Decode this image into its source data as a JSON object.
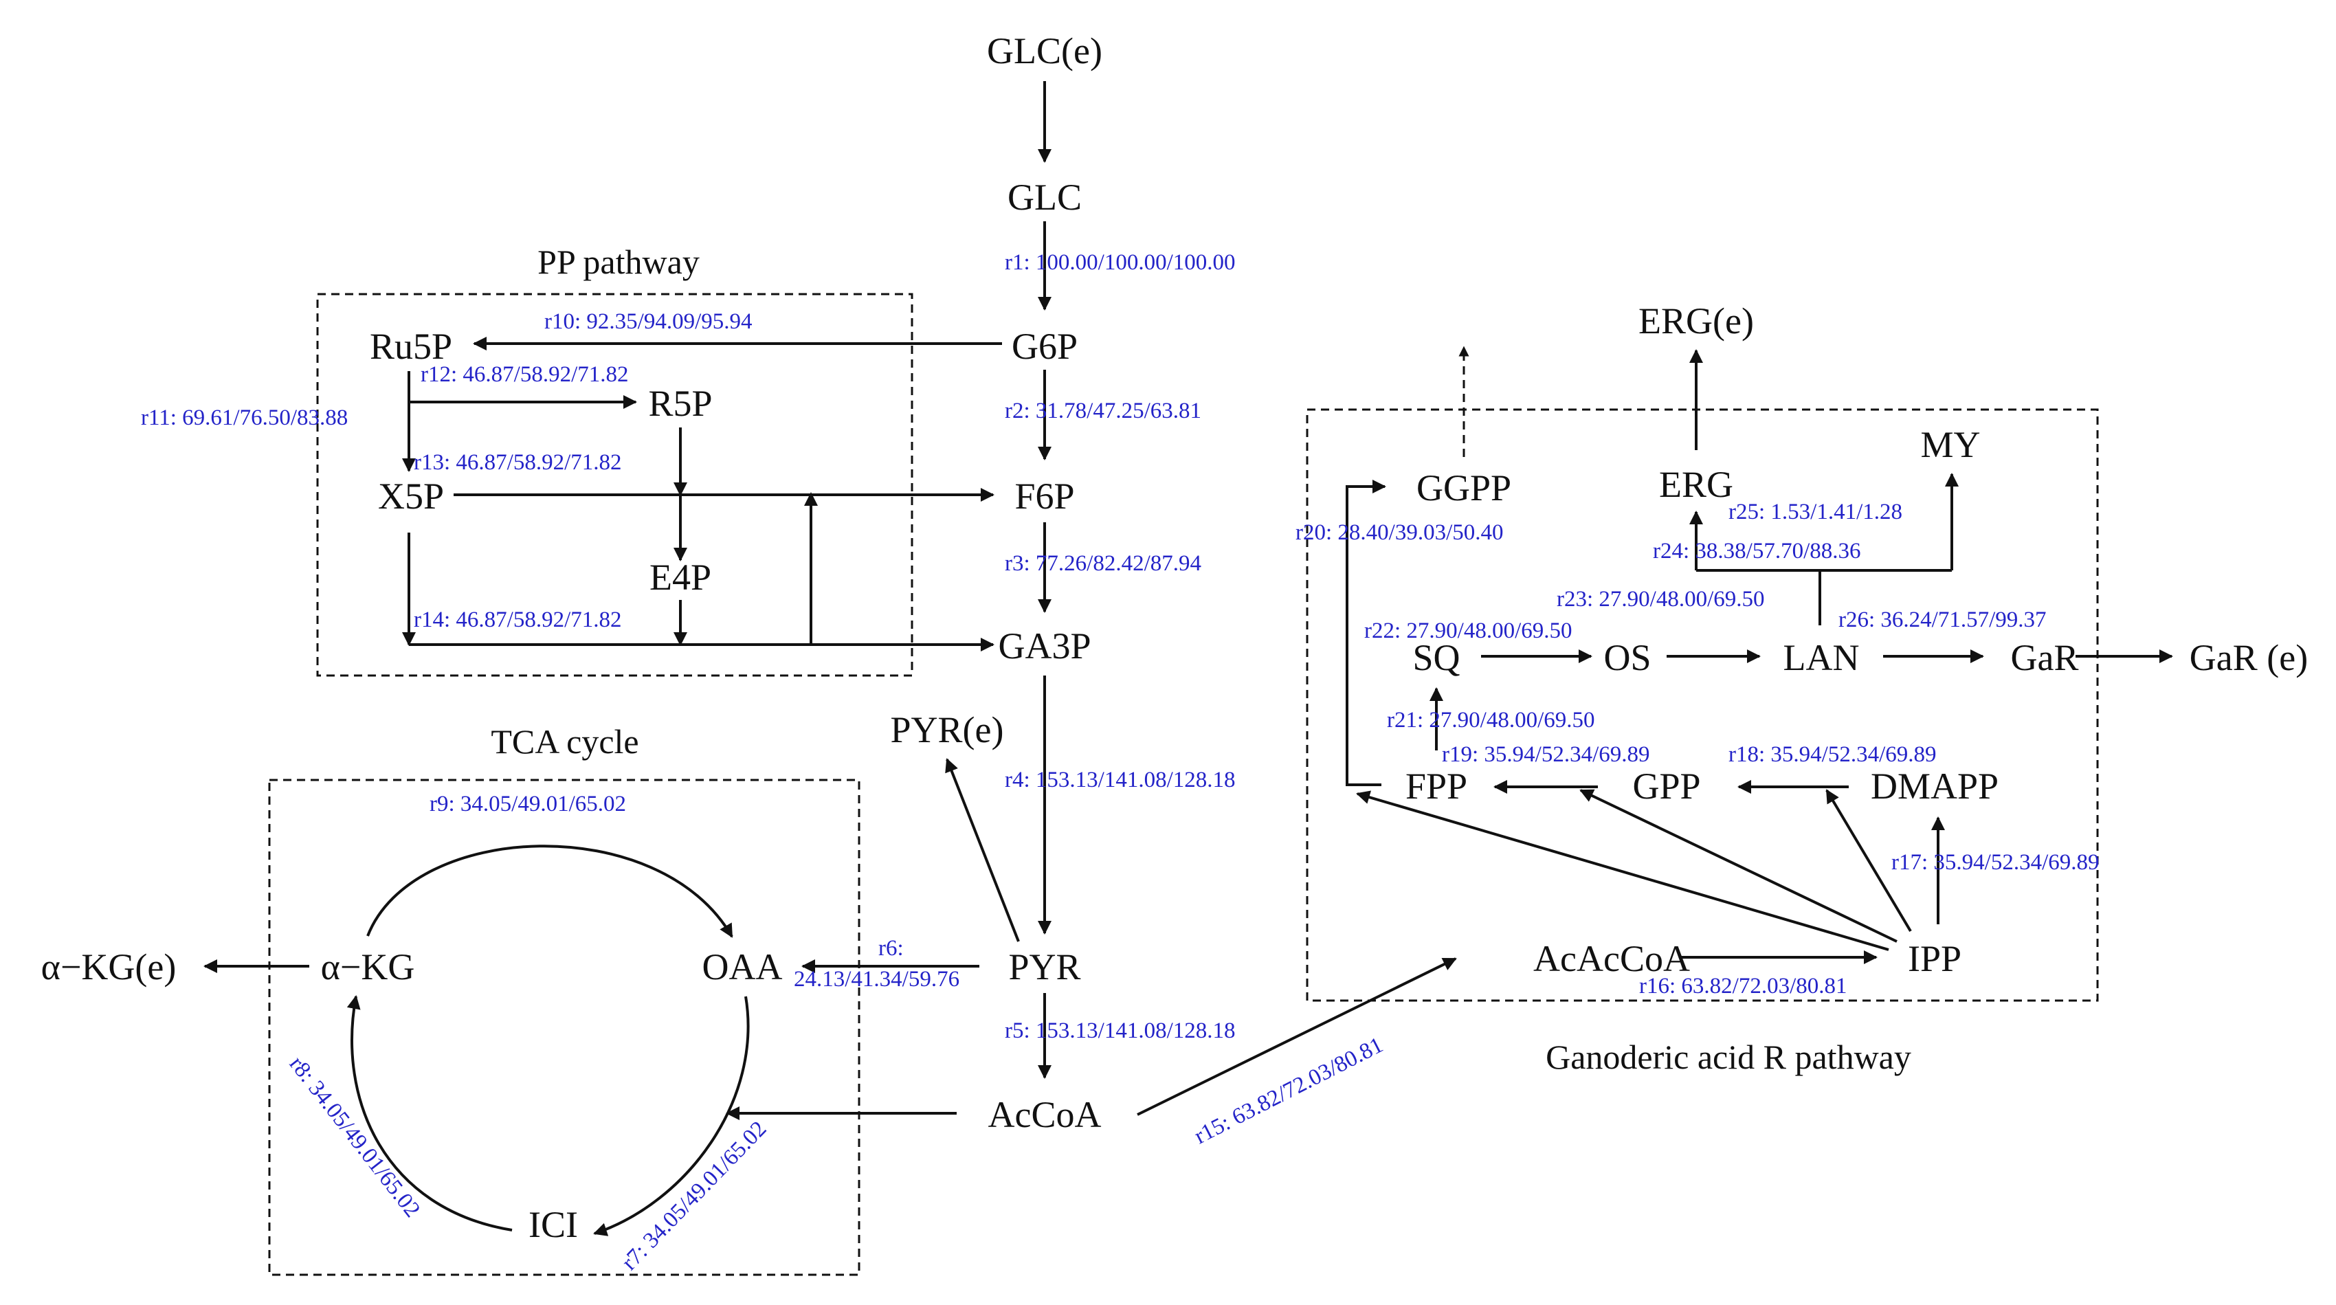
{
  "colors": {
    "flux_label": "#2323c8",
    "line": "#111111",
    "background": "#ffffff"
  },
  "titles": {
    "pp": "PP pathway",
    "tca": "TCA cycle",
    "ganoderic": "Ganoderic acid R pathway"
  },
  "nodes": {
    "glc_e": "GLC(e)",
    "glc": "GLC",
    "g6p": "G6P",
    "f6p": "F6P",
    "ga3p": "GA3P",
    "pyr": "PYR",
    "pyr_e": "PYR(e)",
    "accoa": "AcCoA",
    "ru5p": "Ru5P",
    "r5p": "R5P",
    "x5p": "X5P",
    "e4p": "E4P",
    "oaa": "OAA",
    "akg": "α−KG",
    "akg_e": "α−KG(e)",
    "ici": "ICI",
    "acaccoa": "AcAcCoA",
    "ipp": "IPP",
    "dmapp": "DMAPP",
    "gpp": "GPP",
    "fpp": "FPP",
    "ggpp": "GGPP",
    "sq": "SQ",
    "os": "OS",
    "lan": "LAN",
    "gar": "GaR",
    "gar_e": "GaR (e)",
    "erg": "ERG",
    "erg_e": "ERG(e)",
    "my": "MY"
  },
  "reactions": {
    "r1": "r1: 100.00/100.00/100.00",
    "r2": "r2: 31.78/47.25/63.81",
    "r3": "r3: 77.26/82.42/87.94",
    "r4": "r4: 153.13/141.08/128.18",
    "r5": "r5: 153.13/141.08/128.18",
    "r6a": "r6:",
    "r6b": "24.13/41.34/59.76",
    "r7": "r7: 34.05/49.01/65.02",
    "r8": "r8: 34.05/49.01/65.02",
    "r9": "r9: 34.05/49.01/65.02",
    "r10": "r10: 92.35/94.09/95.94",
    "r11": "r11: 69.61/76.50/83.88",
    "r12": "r12: 46.87/58.92/71.82",
    "r13": "r13: 46.87/58.92/71.82",
    "r14": "r14: 46.87/58.92/71.82",
    "r15": "r15: 63.82/72.03/80.81",
    "r16": "r16: 63.82/72.03/80.81",
    "r17": "r17: 35.94/52.34/69.89",
    "r18": "r18: 35.94/52.34/69.89",
    "r19": "r19: 35.94/52.34/69.89",
    "r20": "r20: 28.40/39.03/50.40",
    "r21": "r21: 27.90/48.00/69.50",
    "r22": "r22: 27.90/48.00/69.50",
    "r23": "r23: 27.90/48.00/69.50",
    "r24": "r24: 38.38/57.70/88.36",
    "r25": "r25: 1.53/1.41/1.28",
    "r26": "r26: 36.24/71.57/99.37"
  }
}
